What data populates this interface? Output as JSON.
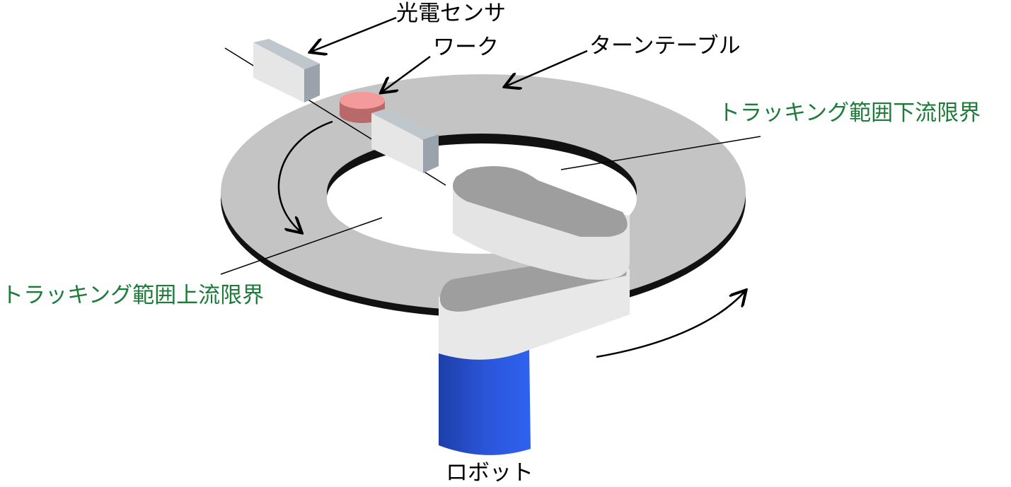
{
  "labels": {
    "sensor": "光電センサ",
    "work": "ワーク",
    "turntable": "ターンテーブル",
    "downstream_limit": "トラッキング範囲下流限界",
    "upstream_limit": "トラッキング範囲上流限界",
    "robot": "ロボット"
  },
  "colors": {
    "limit_label": "#1e7b3a",
    "table_top": "#c4c4c4",
    "work": "#f59a9a",
    "robot_base": "#2b5ce6"
  }
}
